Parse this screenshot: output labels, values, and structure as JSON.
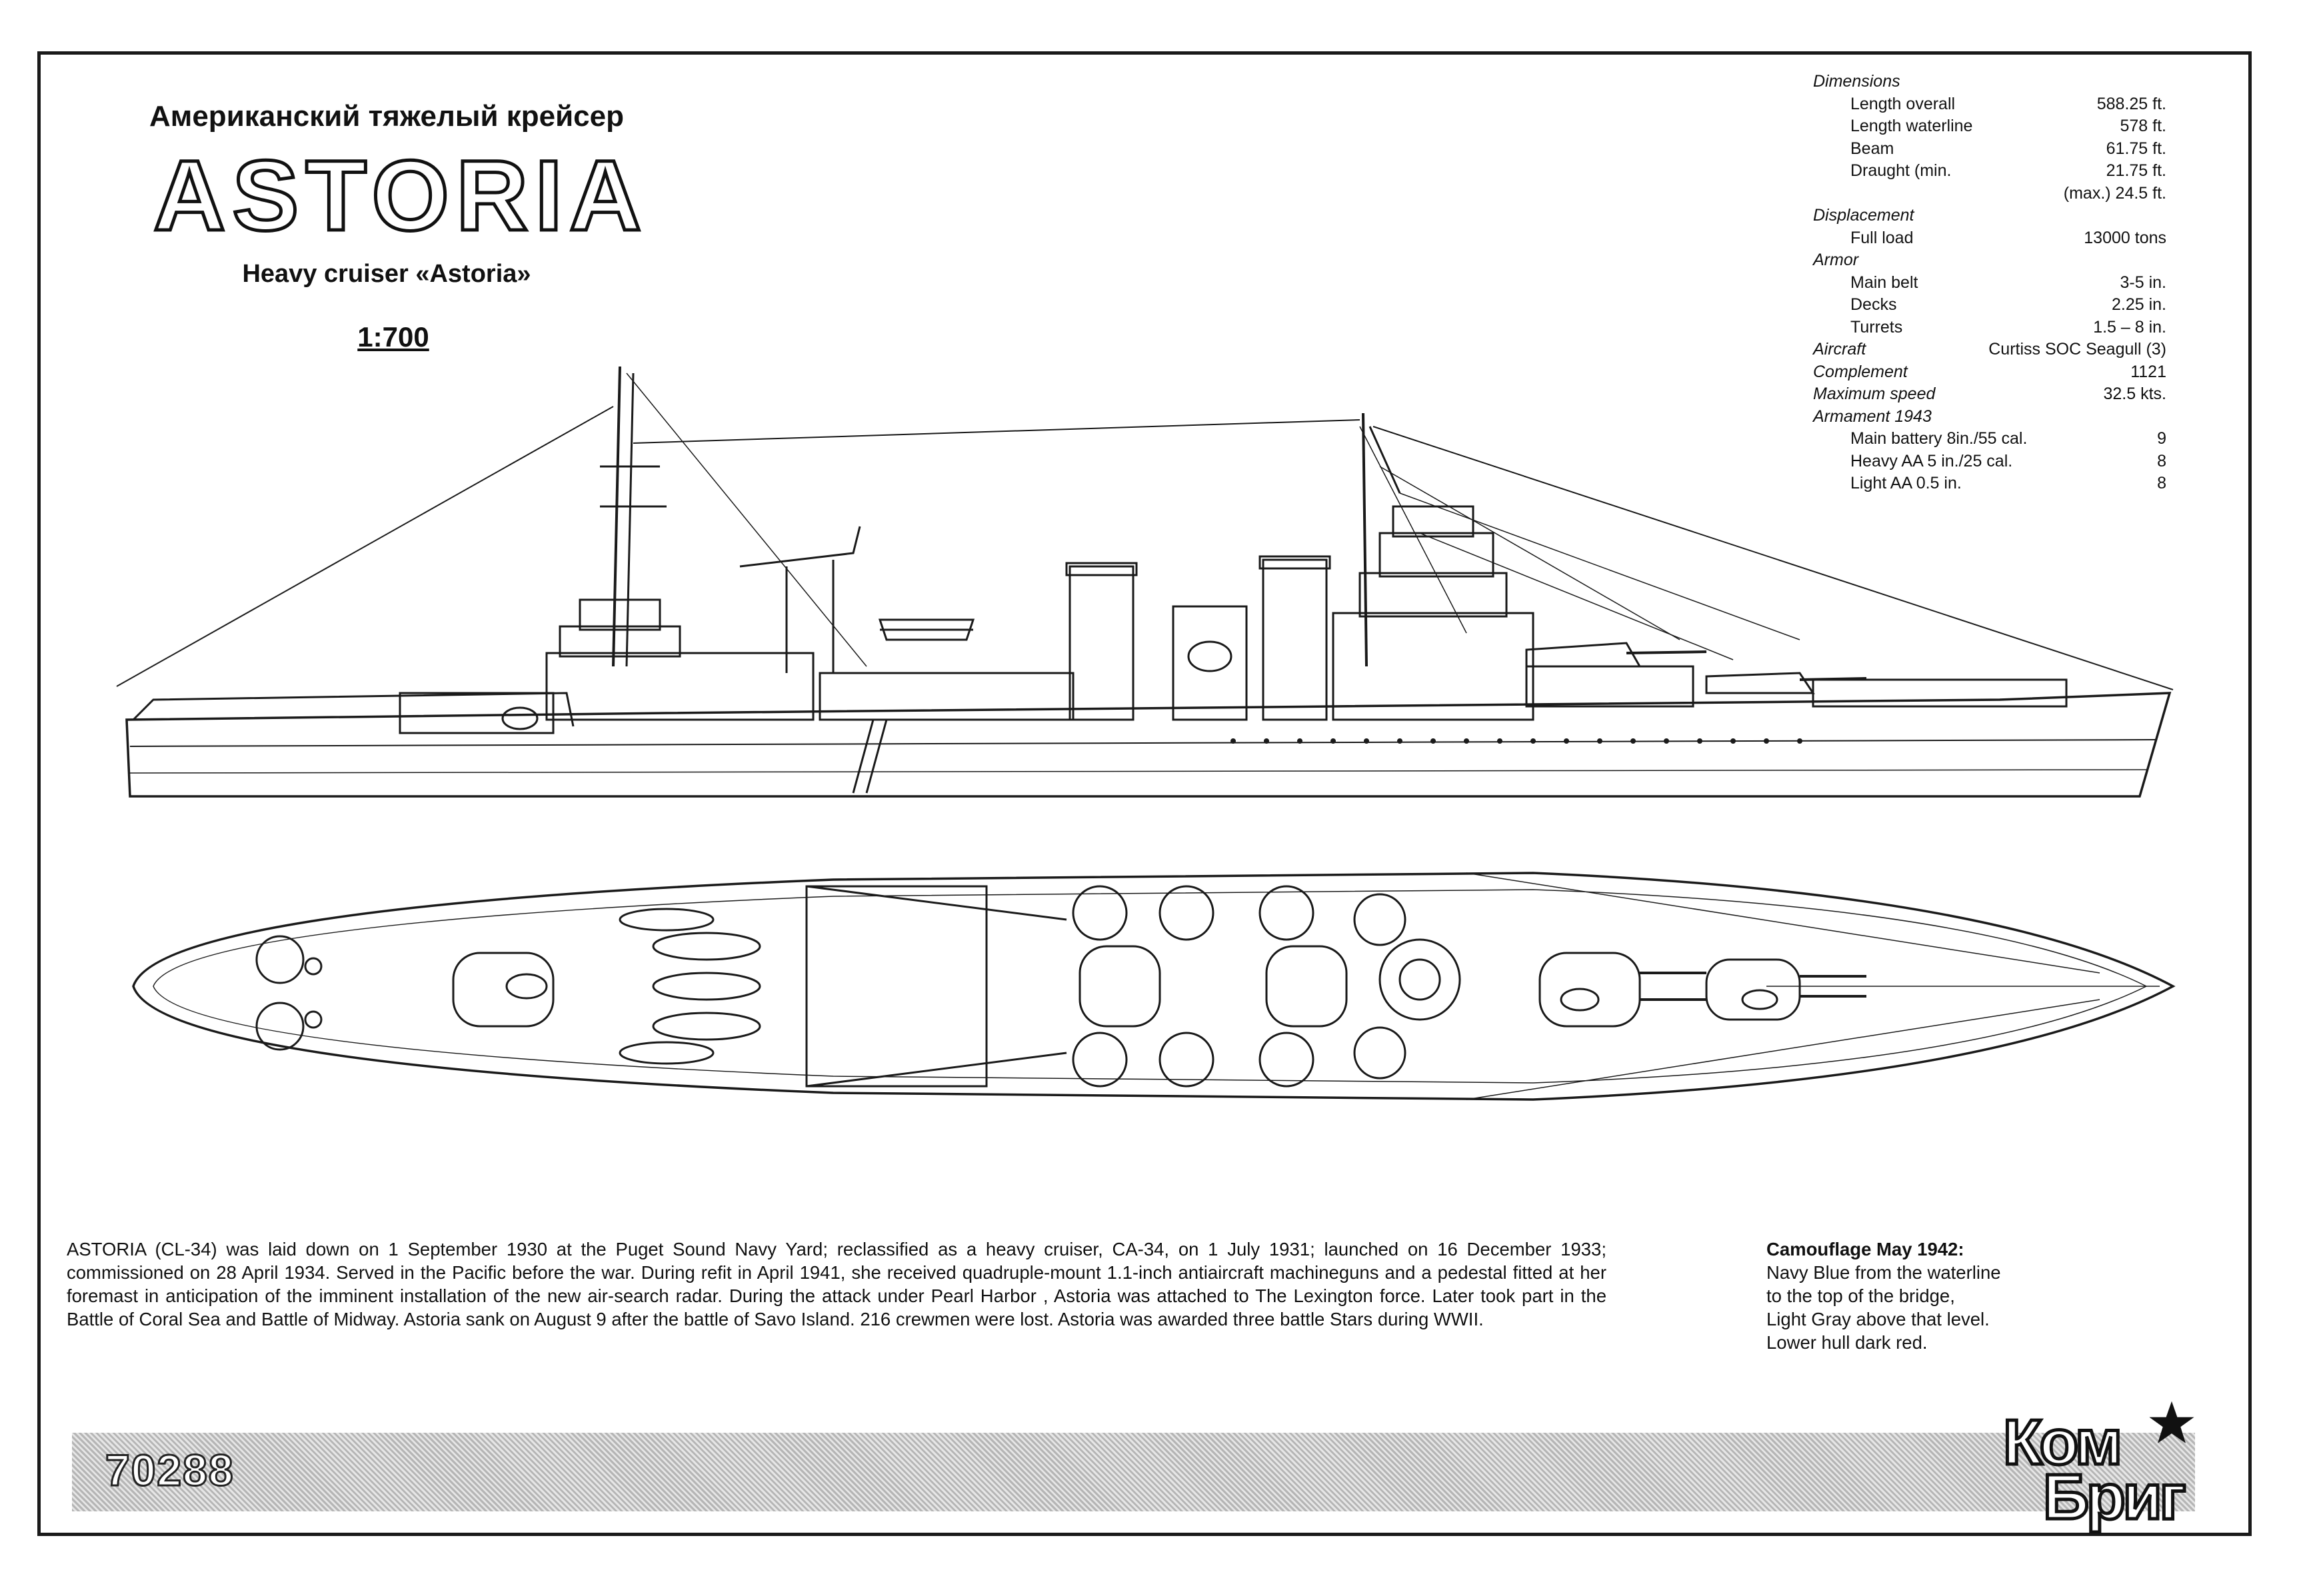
{
  "header": {
    "ru_title": "Американский тяжелый крейсер",
    "main_title": "ASTORIA",
    "en_title": "Heavy cruiser «Astoria»",
    "scale": "1:700"
  },
  "specs": [
    {
      "type": "cat",
      "label": "Dimensions",
      "value": ""
    },
    {
      "type": "sub",
      "label": "Length overall",
      "value": "588.25 ft."
    },
    {
      "type": "sub",
      "label": "Length waterline",
      "value": "578 ft."
    },
    {
      "type": "sub",
      "label": "Beam",
      "value": "61.75 ft."
    },
    {
      "type": "sub",
      "label": "Draught (min.",
      "value": "21.75 ft."
    },
    {
      "type": "sub",
      "label": "",
      "value": "(max.) 24.5 ft."
    },
    {
      "type": "cat",
      "label": "Displacement",
      "value": ""
    },
    {
      "type": "sub",
      "label": "Full load",
      "value": "13000 tons"
    },
    {
      "type": "cat",
      "label": "Armor",
      "value": ""
    },
    {
      "type": "sub",
      "label": "Main belt",
      "value": "3-5 in."
    },
    {
      "type": "sub",
      "label": "Decks",
      "value": "2.25 in."
    },
    {
      "type": "sub",
      "label": "Turrets",
      "value": "1.5 – 8 in."
    },
    {
      "type": "cat",
      "label": "Aircraft",
      "value": "Curtiss SOC Seagull (3)"
    },
    {
      "type": "cat",
      "label": "Complement",
      "value": "1121"
    },
    {
      "type": "cat",
      "label": "Maximum speed",
      "value": "32.5 kts."
    },
    {
      "type": "cat",
      "label": "Armament 1943",
      "value": ""
    },
    {
      "type": "sub",
      "label": "Main battery 8in./55 cal.",
      "value": "9"
    },
    {
      "type": "sub",
      "label": "Heavy AA 5 in./25 cal.",
      "value": "8"
    },
    {
      "type": "sub",
      "label": "Light AA  0.5 in.",
      "value": "8"
    }
  ],
  "description": "ASTORIA (CL-34) was laid down on 1 September 1930 at the Puget Sound Navy Yard; reclassified as a heavy cruiser, CA-34, on 1 July 1931; launched on 16 December 1933; commissioned on 28 April 1934. Served in the Pacific before the war. During  refit in April 1941, she received quadruple-mount 1.1-inch antiaircraft machineguns and a pedestal fitted at her foremast in anticipation of the imminent installation of the new air-search radar. During the attack under Pearl Harbor , Astoria was attached to The Lexington force. Later took part in the Battle of Coral Sea and Battle of Midway. Astoria sank on August 9 after the battle of Savo Island. 216 crewmen were lost. Astoria was awarded three battle Stars during WWII.",
  "camouflage": {
    "title": "Camouflage May 1942:",
    "lines": [
      "Navy Blue from the waterline",
      "to the top of the bridge,",
      "Light Gray above that level.",
      "Lower hull dark red."
    ]
  },
  "footer": {
    "catalog_number": "70288",
    "logo_line1": "Ком",
    "logo_line2": "Бриг"
  },
  "colors": {
    "ink": "#111111",
    "paper": "#ffffff",
    "band": "#b5b5b5"
  }
}
